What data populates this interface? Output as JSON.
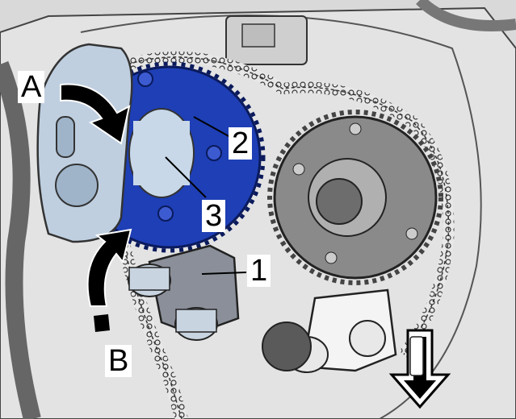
{
  "callouts": {
    "a": "A",
    "b": "B",
    "one": "1",
    "two": "2",
    "three": "3"
  },
  "colors": {
    "background": "#ffffff",
    "engine_metal": "#d6d6d6",
    "line_work": "#2a2a2a",
    "sprocket_highlight": "#1e3fb5",
    "rotation_arrow": "#000000"
  },
  "icons": {
    "rotation_arrow_a": "curved-arrow-clockwise",
    "rotation_arrow_b": "curved-arrow-upward",
    "direction_arrow": "arrow-down-outline"
  }
}
